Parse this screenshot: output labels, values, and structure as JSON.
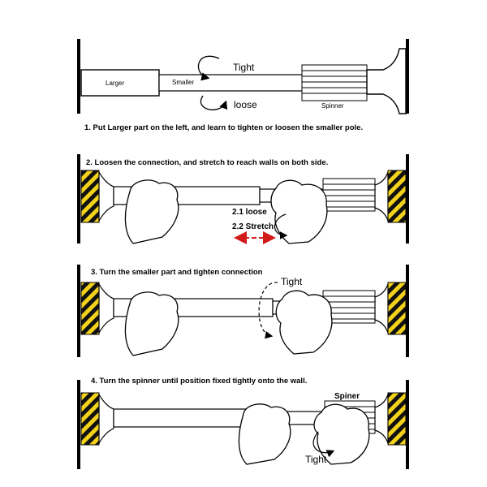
{
  "steps": [
    {
      "instruction": "1. Put Larger part on the left, and learn to tighten or loosen the smaller pole.",
      "labels": {
        "larger": "Larger",
        "smaller": "Smaller",
        "tight": "Tight",
        "loose": "loose",
        "spinner": "Spinner"
      }
    },
    {
      "instruction": "2. Loosen the connection, and stretch to reach walls on both side.",
      "labels": {
        "loose": "2.1 loose",
        "stretch": "2.2 Stretch"
      }
    },
    {
      "instruction": "3. Turn the smaller part and tighten connection",
      "labels": {
        "tight": "Tight"
      }
    },
    {
      "instruction": "4. Turn the spinner until position fixed tightly onto the wall.",
      "labels": {
        "spiner": "Spiner",
        "tight": "Tight"
      }
    }
  ],
  "colors": {
    "stroke": "#000000",
    "hazard_yellow": "#f2d21b",
    "stretch_arrow": "#d11a1a"
  }
}
